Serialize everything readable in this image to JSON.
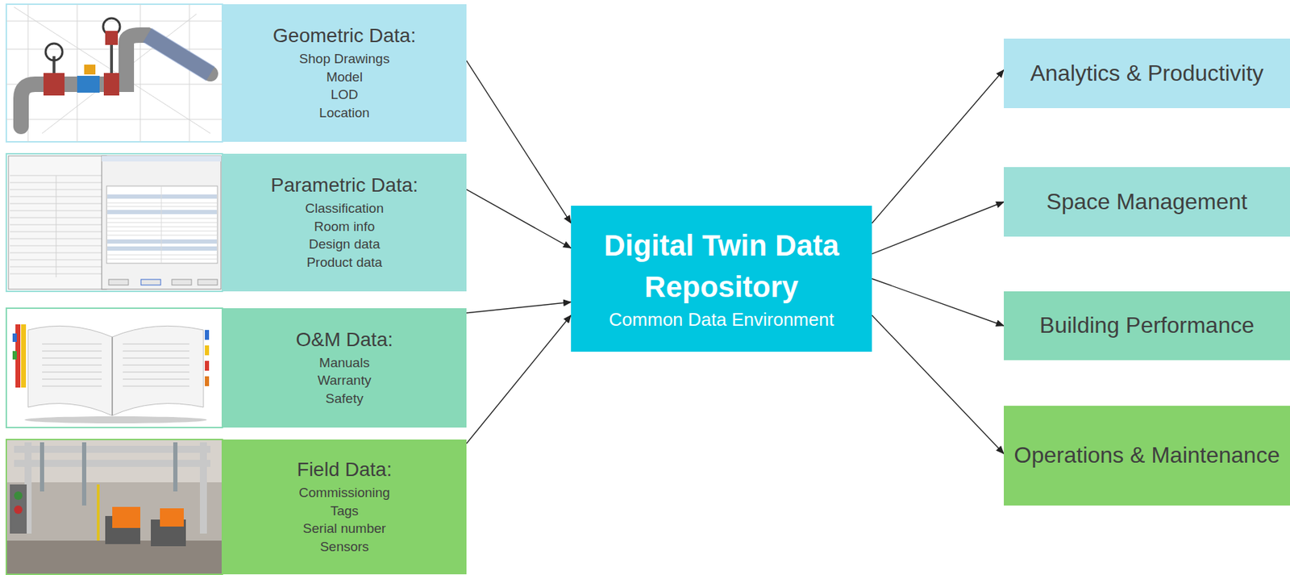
{
  "diagram": {
    "nodes": [
      {
        "text": [
          "Geometric Data:",
          "Shop Drawings",
          "Model",
          "LOD",
          "Location"
        ]
      },
      {
        "text": [
          "Parametric Data:",
          "Classification",
          "Room info",
          "Design data",
          "Product data"
        ]
      },
      {
        "text": [
          "O&M Data:",
          "Manuals",
          "Warranty",
          "Safety"
        ]
      },
      {
        "text": [
          "Field Data:",
          "Commissioning",
          "Tags",
          "Serial number",
          "Sensors"
        ]
      },
      {
        "text": [
          "Digital Twin Data Repository",
          "Common Data Environment"
        ]
      },
      {
        "text": [
          "Analytics & Productivity"
        ]
      },
      {
        "text": [
          "Space Management"
        ]
      },
      {
        "text": [
          "Building Performance"
        ]
      },
      {
        "text": [
          "Operations & Maintenance"
        ]
      }
    ],
    "edges": [
      {
        "from": 0,
        "to": 4,
        "arrow": "to"
      },
      {
        "from": 1,
        "to": 4,
        "arrow": "to"
      },
      {
        "from": 2,
        "to": 4,
        "arrow": "to"
      },
      {
        "from": 3,
        "to": 4,
        "arrow": "to"
      },
      {
        "from": 4,
        "to": 5,
        "arrow": "to"
      },
      {
        "from": 4,
        "to": 6,
        "arrow": "to"
      },
      {
        "from": 4,
        "to": 7,
        "arrow": "to"
      },
      {
        "from": 4,
        "to": 8,
        "arrow": "to"
      }
    ]
  }
}
